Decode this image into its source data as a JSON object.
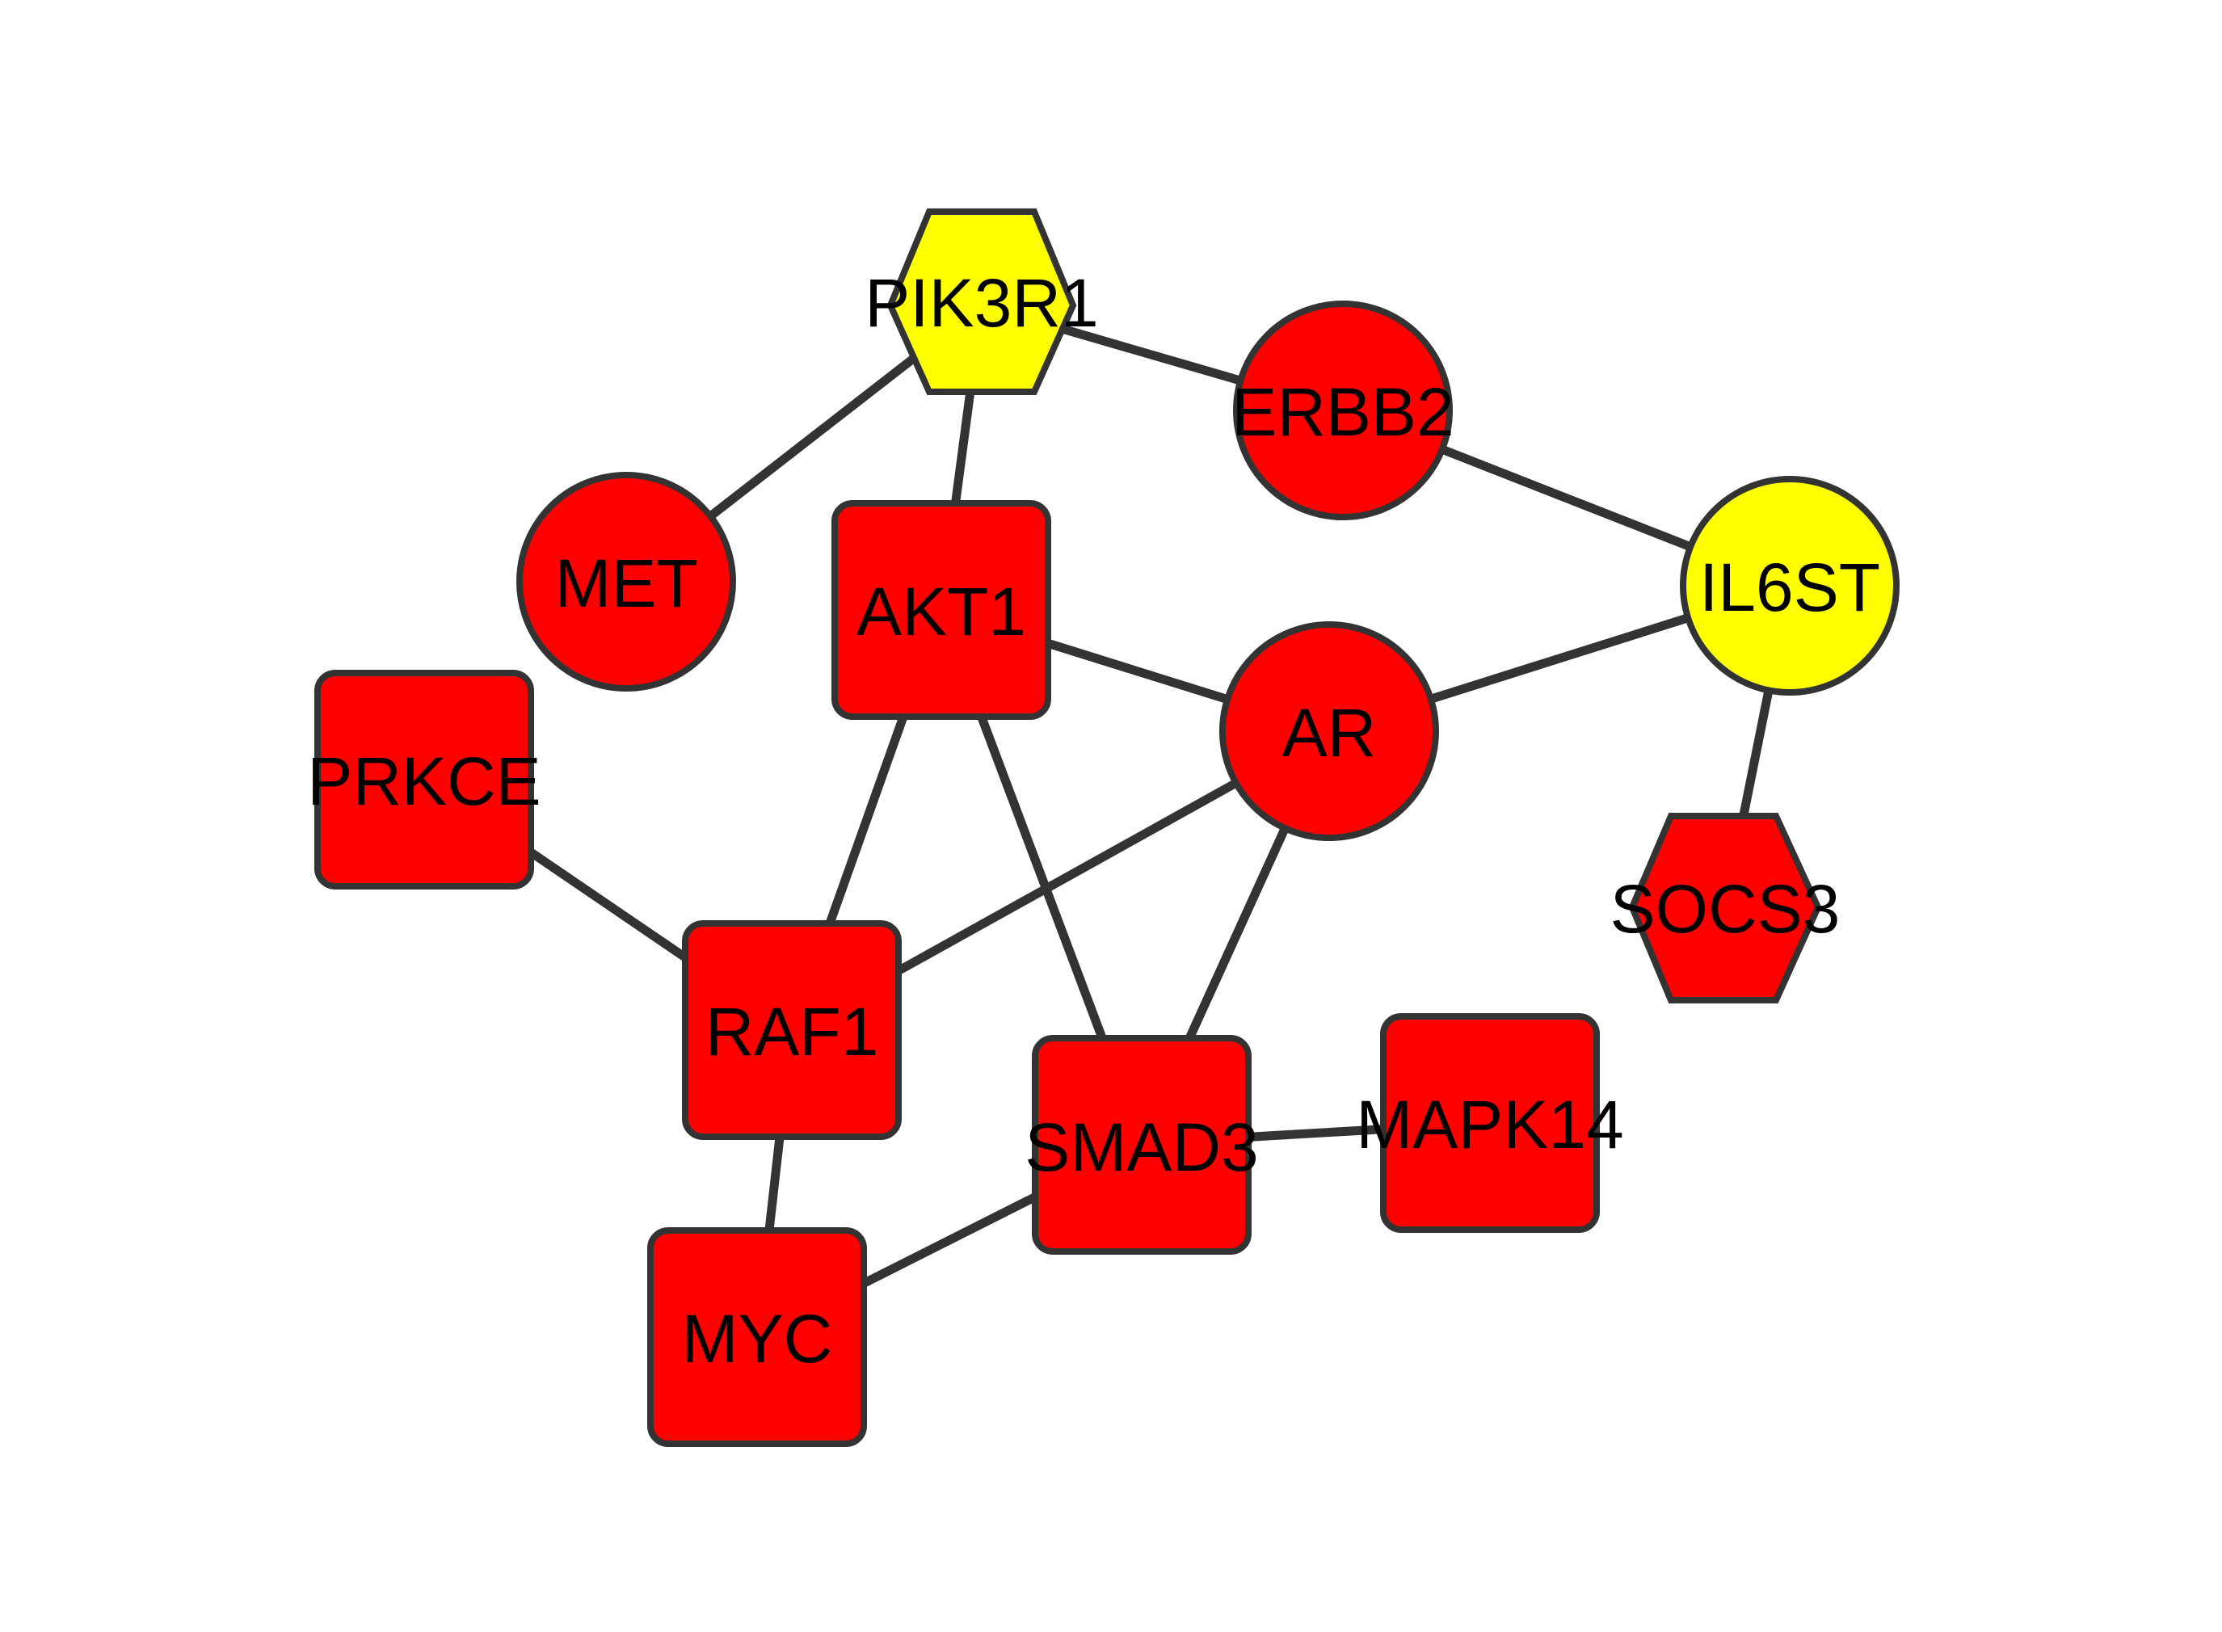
{
  "colors": {
    "edge": "#333333",
    "node_stroke": "#333333",
    "red": "#ff0000",
    "yellow": "#ffff00",
    "label": "#000000",
    "background": "#ffffff"
  },
  "nodes": {
    "pik3r1": {
      "label": "PIK3R1",
      "shape": "hexagon",
      "color": "yellow"
    },
    "erbb2": {
      "label": "ERBB2",
      "shape": "circle",
      "color": "red"
    },
    "il6st": {
      "label": "IL6ST",
      "shape": "circle",
      "color": "yellow"
    },
    "met": {
      "label": "MET",
      "shape": "circle",
      "color": "red"
    },
    "akt1": {
      "label": "AKT1",
      "shape": "rounded-square",
      "color": "red"
    },
    "ar": {
      "label": "AR",
      "shape": "circle",
      "color": "red"
    },
    "prkce": {
      "label": "PRKCE",
      "shape": "rounded-square",
      "color": "red"
    },
    "socs3": {
      "label": "SOCS3",
      "shape": "hexagon",
      "color": "red"
    },
    "raf1": {
      "label": "RAF1",
      "shape": "rounded-square",
      "color": "red"
    },
    "smad3": {
      "label": "SMAD3",
      "shape": "rounded-square",
      "color": "red"
    },
    "mapk14": {
      "label": "MAPK14",
      "shape": "rounded-square",
      "color": "red"
    },
    "myc": {
      "label": "MYC",
      "shape": "rounded-square",
      "color": "red"
    }
  },
  "edges": [
    [
      "pik3r1",
      "erbb2"
    ],
    [
      "pik3r1",
      "met"
    ],
    [
      "pik3r1",
      "akt1"
    ],
    [
      "erbb2",
      "il6st"
    ],
    [
      "il6st",
      "ar"
    ],
    [
      "il6st",
      "socs3"
    ],
    [
      "akt1",
      "ar"
    ],
    [
      "akt1",
      "raf1"
    ],
    [
      "akt1",
      "smad3"
    ],
    [
      "ar",
      "raf1"
    ],
    [
      "ar",
      "smad3"
    ],
    [
      "prkce",
      "raf1"
    ],
    [
      "raf1",
      "myc"
    ],
    [
      "smad3",
      "mapk14"
    ],
    [
      "smad3",
      "myc"
    ]
  ]
}
